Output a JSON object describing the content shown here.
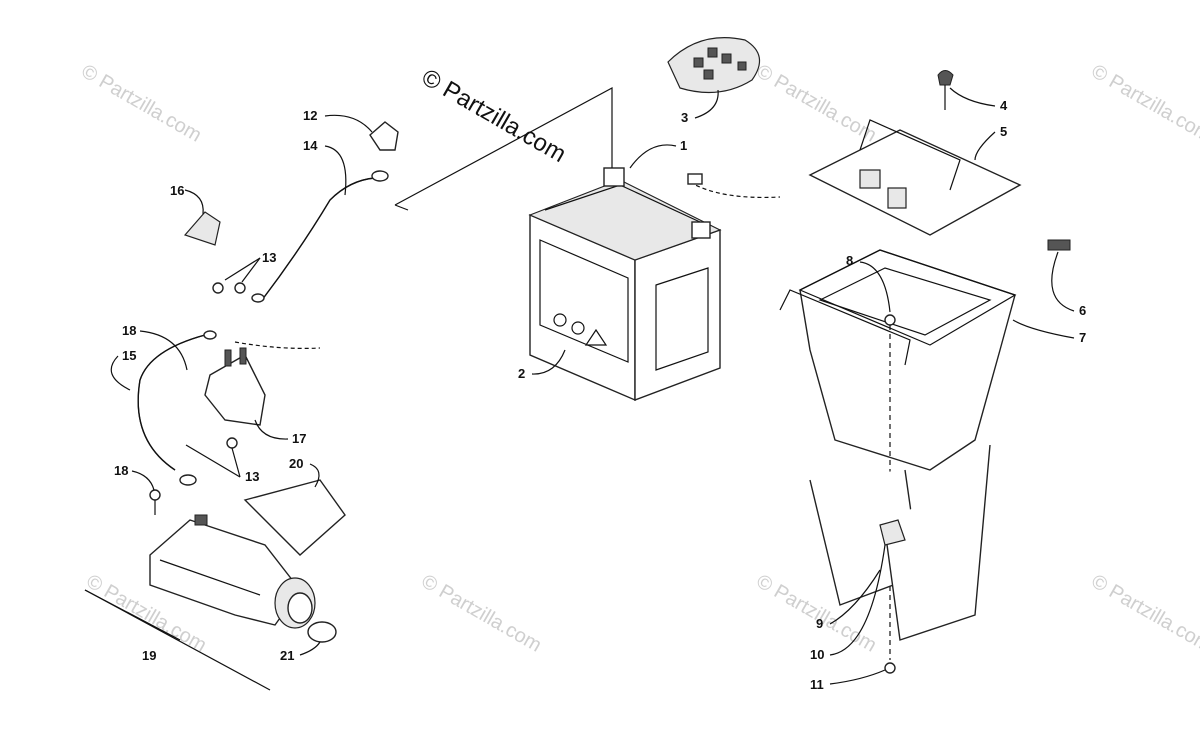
{
  "watermark": {
    "brand_text": "© Partzilla.com",
    "faint_text": "© Partzilla.com"
  },
  "callouts": {
    "c1": "1",
    "c2": "2",
    "c3": "3",
    "c4": "4",
    "c5": "5",
    "c6": "6",
    "c7": "7",
    "c8": "8",
    "c9": "9",
    "c10": "10",
    "c11": "11",
    "c12": "12",
    "c13a": "13",
    "c13b": "13",
    "c14": "14",
    "c15": "15",
    "c16": "16",
    "c17": "17",
    "c18a": "18",
    "c18b": "18",
    "c19": "19",
    "c20": "20",
    "c21": "21"
  }
}
